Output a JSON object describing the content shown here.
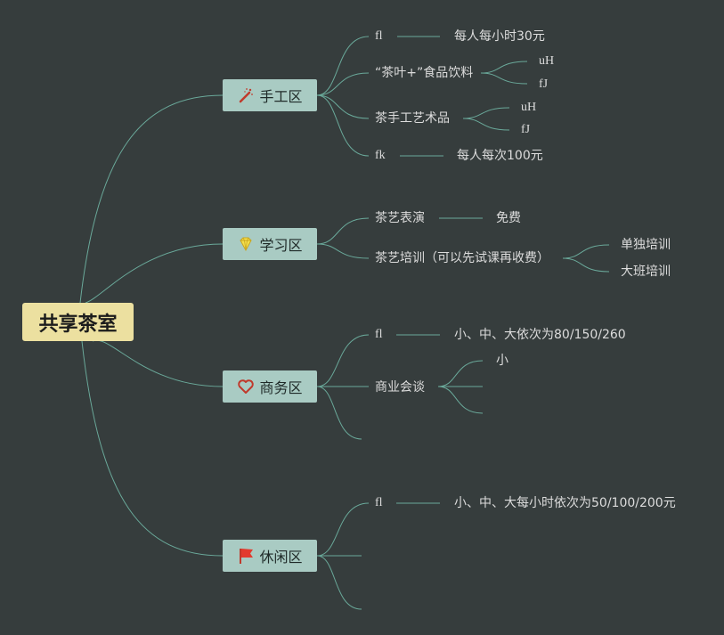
{
  "root": {
    "label": "共享茶室"
  },
  "branches": [
    {
      "label": "手工区",
      "icon": "magic-wand-icon",
      "items": [
        {
          "label": "fl",
          "detail": "每人每小时30元"
        },
        {
          "label": "“茶叶+”食品饮料",
          "subs": [
            "uH",
            "fJ"
          ]
        },
        {
          "label": "茶手工艺术品",
          "subs": [
            "uH",
            "fJ"
          ]
        },
        {
          "label": "fk",
          "detail": "每人每次100元"
        }
      ]
    },
    {
      "label": "学习区",
      "icon": "diamond-icon",
      "items": [
        {
          "label": "茶艺表演",
          "detail": "免费"
        },
        {
          "label": "茶艺培训（可以先试课再收费）",
          "subs": [
            "单独培训",
            "大班培训"
          ]
        }
      ]
    },
    {
      "label": "商务区",
      "icon": "heart-icon",
      "items": [
        {
          "label": "fl",
          "detail": "小、中、大依次为80/150/260"
        },
        {
          "label": "商业会谈",
          "subs": [
            "小",
            "",
            ""
          ]
        },
        {
          "label": ""
        }
      ]
    },
    {
      "label": "休闲区",
      "icon": "flag-icon",
      "items": [
        {
          "label": "fl",
          "detail": "小、中、大每小时依次为50/100/200元"
        },
        {
          "label": ""
        },
        {
          "label": ""
        }
      ]
    }
  ],
  "colors": {
    "background": "#363d3d",
    "root_fill": "#ece0a0",
    "branch_fill": "#a9cbc3",
    "line": "#6aa99a",
    "text": "#dcdcdc"
  }
}
